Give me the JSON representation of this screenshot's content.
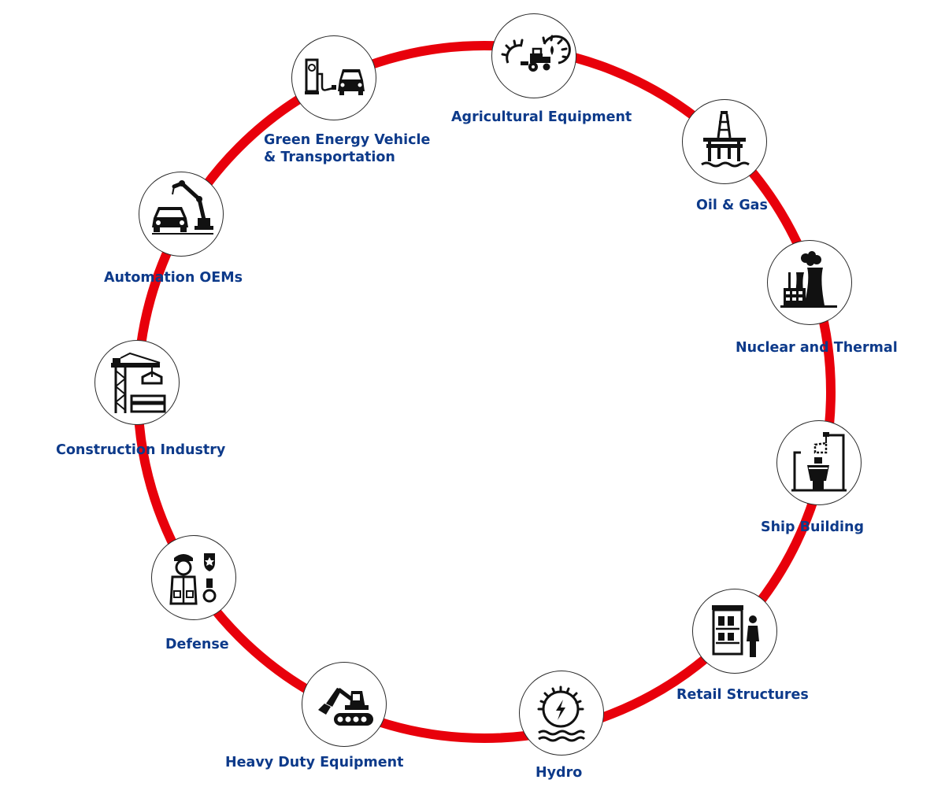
{
  "colors": {
    "ring": "#e8000b",
    "label": "#0d3a8a",
    "icon": "#111111"
  },
  "industries": [
    {
      "id": "agricultural",
      "label": "Agricultural Equipment",
      "icon": "tractor-gears-icon"
    },
    {
      "id": "oil-gas",
      "label": "Oil & Gas",
      "icon": "oil-rig-icon"
    },
    {
      "id": "nuclear",
      "label": "Nuclear and Thermal",
      "icon": "power-plant-icon"
    },
    {
      "id": "ship",
      "label": "Ship Building",
      "icon": "shipyard-crane-icon"
    },
    {
      "id": "retail",
      "label": "Retail Structures",
      "icon": "storefront-icon"
    },
    {
      "id": "hydro",
      "label": "Hydro",
      "icon": "hydro-turbine-icon"
    },
    {
      "id": "heavy",
      "label": "Heavy Duty Equipment",
      "icon": "excavator-icon"
    },
    {
      "id": "defense",
      "label": "Defense",
      "icon": "soldier-medal-icon"
    },
    {
      "id": "construction",
      "label": "Construction Industry",
      "icon": "tower-crane-icon"
    },
    {
      "id": "automation",
      "label": "Automation OEMs",
      "icon": "robot-arm-car-icon"
    },
    {
      "id": "green",
      "label": "Green Energy Vehicle & Transportation",
      "label_line1": "Green Energy Vehicle",
      "label_line2": "& Transportation",
      "icon": "ev-charging-icon"
    }
  ]
}
